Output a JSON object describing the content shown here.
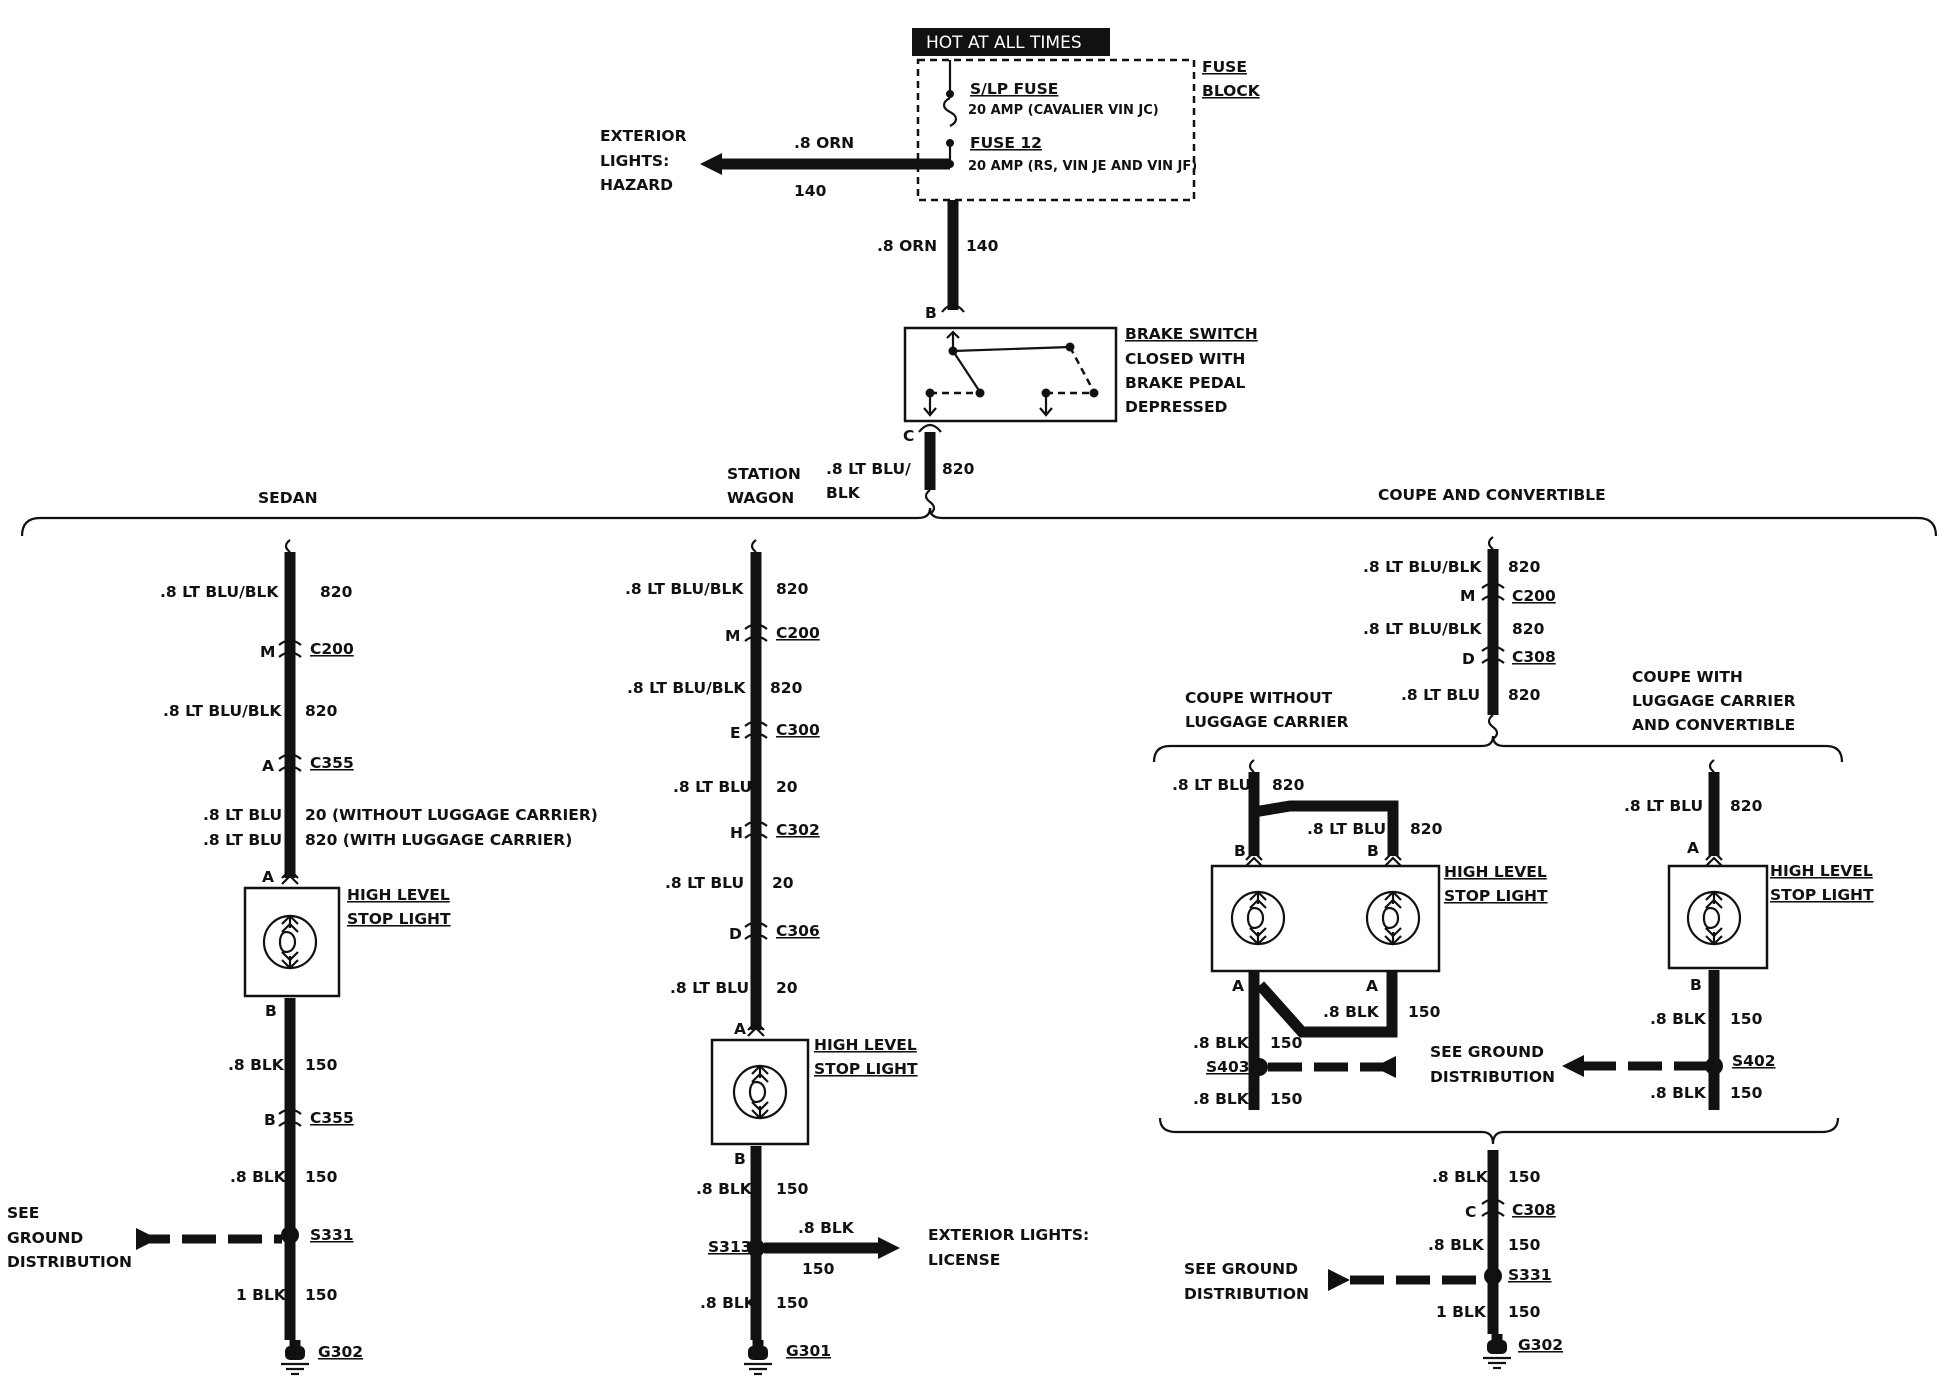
{
  "power": {
    "hot_label": "HOT AT ALL TIMES",
    "fuse_block_line1": "FUSE",
    "fuse_block_line2": "BLOCK",
    "fuse1_name": "S/LP FUSE",
    "fuse1_rating": "20 AMP (CAVALIER  VIN JC)",
    "fuse2_name": "FUSE 12",
    "fuse2_rating": "20 AMP (RS, VIN JE AND VIN JF)",
    "hazard_wire": ".8 ORN",
    "hazard_circuit": "140",
    "hazard_line1": "EXTERIOR",
    "hazard_line2": "LIGHTS:",
    "hazard_line3": "HAZARD",
    "feed_wire": ".8 ORN",
    "feed_circuit": "140"
  },
  "brake_switch": {
    "line1": "BRAKE SWITCH",
    "line2": "CLOSED WITH",
    "line3": "BRAKE PEDAL",
    "line4": "DEPRESSED",
    "pin_in": "B",
    "pin_out": "C",
    "out_wire_line1": ".8 LT BLU/",
    "out_wire_line2": "BLK",
    "out_circuit": "820"
  },
  "variants": {
    "sedan": "SEDAN",
    "wagon_line1": "STATION",
    "wagon_line2": "WAGON",
    "coupe": "COUPE AND CONVERTIBLE"
  },
  "sedan": {
    "w1": ".8 LT BLU/BLK",
    "c1": "820",
    "conn1_pin": "M",
    "conn1": "C200",
    "w2": ".8 LT BLU/BLK",
    "c2": "820",
    "conn2_pin": "A",
    "conn2": "C355",
    "w3a": ".8 LT BLU",
    "c3a": "20 (WITHOUT LUGGAGE CARRIER)",
    "w3b": ".8 LT BLU",
    "c3b": "820 (WITH LUGGAGE CARRIER)",
    "lamp_pin_a": "A",
    "lamp_pin_b": "B",
    "lamp_line1": "HIGH LEVEL",
    "lamp_line2": "STOP LIGHT",
    "w4": ".8 BLK",
    "c4": "150",
    "conn3_pin": "B",
    "conn3": "C355",
    "w5": ".8 BLK",
    "c5": "150",
    "ground_line1": "SEE",
    "ground_line2": "GROUND",
    "ground_line3": "DISTRIBUTION",
    "splice": "S331",
    "w6": "1 BLK",
    "c6": "150",
    "gnd": "G302"
  },
  "wagon": {
    "w1": ".8 LT BLU/BLK",
    "c1": "820",
    "conn1_pin": "M",
    "conn1": "C200",
    "w2": ".8 LT BLU/BLK",
    "c2": "820",
    "conn2_pin": "E",
    "conn2": "C300",
    "w3": ".8 LT BLU",
    "c3": "20",
    "conn3_pin": "H",
    "conn3": "C302",
    "w4": ".8 LT BLU",
    "c4": "20",
    "conn4_pin": "D",
    "conn4": "C306",
    "w5": ".8 LT BLU",
    "c5": "20",
    "lamp_pin_a": "A",
    "lamp_pin_b": "B",
    "lamp_line1": "HIGH LEVEL",
    "lamp_line2": "STOP LIGHT",
    "w6": ".8 BLK",
    "c6": "150",
    "splice": "S313",
    "lic_wire": ".8 BLK",
    "lic_circuit": "150",
    "lic_line1": "EXTERIOR LIGHTS:",
    "lic_line2": "LICENSE",
    "w7": ".8 BLK",
    "c7": "150",
    "gnd": "G301"
  },
  "coupe": {
    "w1": ".8 LT BLU/BLK",
    "c1": "820",
    "conn1_pin": "M",
    "conn1": "C200",
    "w2": ".8 LT BLU/BLK",
    "c2": "820",
    "conn2_pin": "D",
    "conn2": "C308",
    "w3": ".8 LT BLU",
    "c3": "820",
    "nolug_line1": "COUPE WITHOUT",
    "nolug_line2": "LUGGAGE CARRIER",
    "lug_line1": "COUPE WITH",
    "lug_line2": "LUGGAGE CARRIER",
    "lug_line3": "AND CONVERTIBLE",
    "nl_w1": ".8 LT BLU",
    "nl_c1": "820",
    "nl_w2": ".8 LT BLU",
    "nl_c2": "820",
    "nl_pin_b1": "B",
    "nl_pin_b2": "B",
    "nl_pin_a1": "A",
    "nl_pin_a2": "A",
    "nl_lamp_line1": "HIGH LEVEL",
    "nl_lamp_line2": "STOP LIGHT",
    "nl_w3": ".8 BLK",
    "nl_c3": "150",
    "nl_w4": ".8 BLK",
    "nl_c4": "150",
    "nl_splice": "S403",
    "nl_w5": ".8 BLK",
    "nl_c5": "150",
    "ground_line1": "SEE GROUND",
    "ground_line2": "DISTRIBUTION",
    "lg_w1": ".8 LT BLU",
    "lg_c1": "820",
    "lg_pin_a": "A",
    "lg_pin_b": "B",
    "lg_lamp_line1": "HIGH LEVEL",
    "lg_lamp_line2": "STOP LIGHT",
    "lg_w2": ".8 BLK",
    "lg_c2": "150",
    "lg_splice": "S402",
    "lg_w3": ".8 BLK",
    "lg_c3": "150",
    "b_w1": ".8 BLK",
    "b_c1": "150",
    "b_conn_pin": "C",
    "b_conn": "C308",
    "b_w2": ".8 BLK",
    "b_c2": "150",
    "b_ground_line1": "SEE GROUND",
    "b_ground_line2": "DISTRIBUTION",
    "b_splice": "S331",
    "b_w3": "1 BLK",
    "b_c3": "150",
    "gnd": "G302"
  }
}
